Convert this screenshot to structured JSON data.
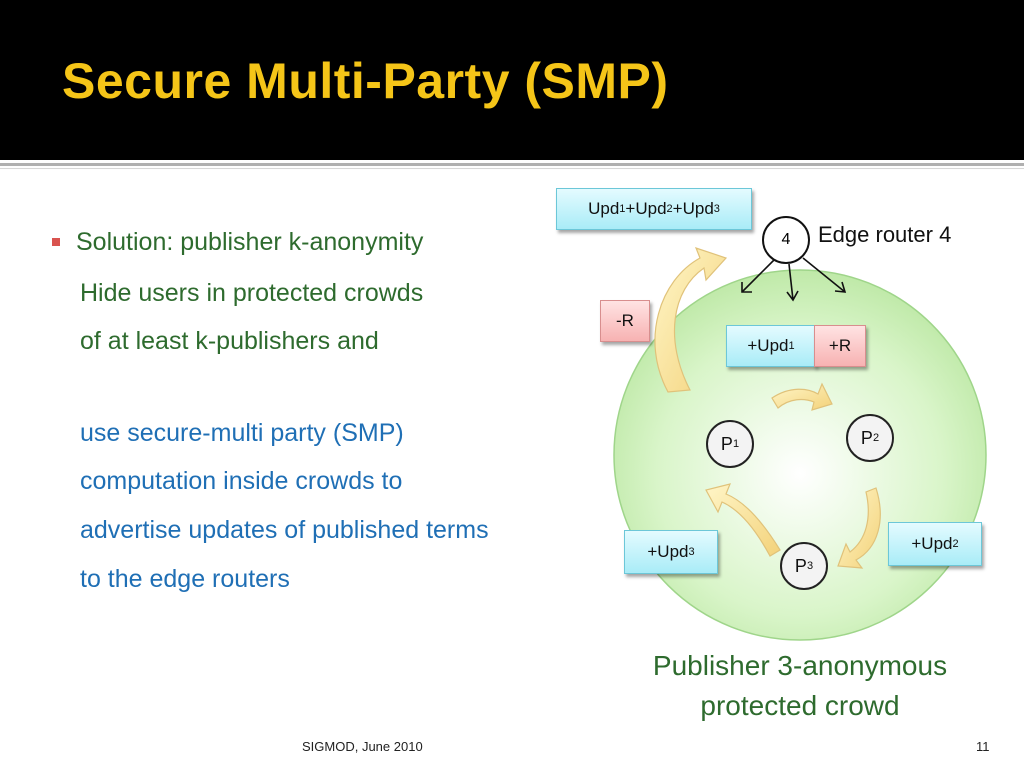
{
  "slide": {
    "title": "Secure Multi-Party (SMP)",
    "accent_color": "#f5c518",
    "bullet": {
      "main": "Solution: publisher k-anonymity",
      "green_lines": [
        "Hide users in protected crowds",
        "of at least k-publishers and"
      ],
      "blue_lines": [
        "use secure-multi party (SMP)",
        "computation inside crowds to",
        "advertise updates of published terms",
        "to the edge routers"
      ]
    },
    "footer": {
      "venue": "SIGMOD, June 2010",
      "page": "11"
    }
  },
  "diagram": {
    "router_label": "4",
    "router_caption": "Edge router 4",
    "top_box": {
      "u1": "Upd",
      "s1": "1",
      "u2": " +Upd",
      "s2": "2",
      "u3": " +Upd",
      "s3": "3"
    },
    "minus_r": "-R",
    "upd1_box": {
      "text": "+Upd",
      "sub": "1"
    },
    "plus_r": "+R",
    "upd2_box": {
      "text": "+Upd",
      "sub": "2"
    },
    "upd3_box": {
      "text": "+Upd",
      "sub": "3"
    },
    "nodes": [
      {
        "text": "P",
        "sub": "1"
      },
      {
        "text": "P",
        "sub": "2"
      },
      {
        "text": "P",
        "sub": "3"
      }
    ],
    "caption_lines": [
      "Publisher 3-anonymous",
      "protected crowd"
    ]
  }
}
